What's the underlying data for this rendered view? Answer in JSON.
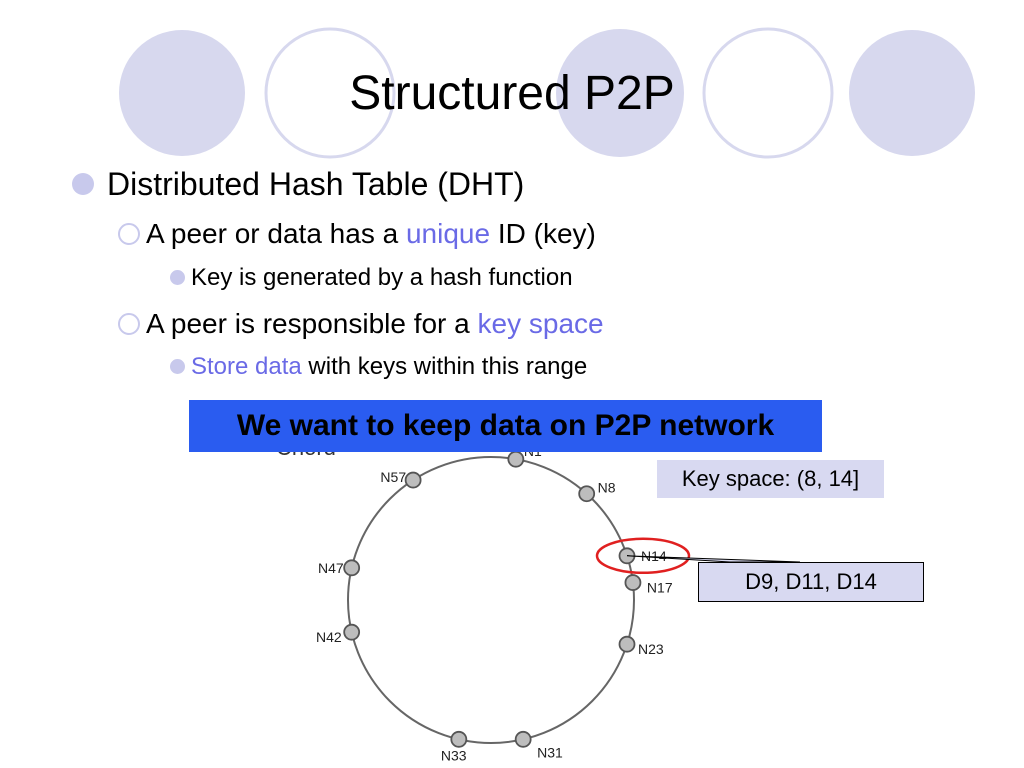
{
  "slide": {
    "title": "Structured P2P",
    "theme_colors": {
      "circle_fill": "#d7d8ee",
      "circle_outline": "#d7d8ee",
      "bullet": "#c8c9ec",
      "highlight": "#6a6ae6"
    },
    "bullets": [
      {
        "level": 1,
        "parts": [
          {
            "text": "Distributed Hash Table (DHT)",
            "highlight": false
          }
        ]
      },
      {
        "level": 2,
        "parts": [
          {
            "text": "A peer or data has a ",
            "highlight": false
          },
          {
            "text": "unique",
            "highlight": true
          },
          {
            "text": " ID (key)",
            "highlight": false
          }
        ]
      },
      {
        "level": 3,
        "parts": [
          {
            "text": "Key is generated by a hash function",
            "highlight": false
          }
        ]
      },
      {
        "level": 2,
        "parts": [
          {
            "text": "A peer is responsible for a ",
            "highlight": false
          },
          {
            "text": "key space",
            "highlight": true
          }
        ]
      },
      {
        "level": 3,
        "parts": [
          {
            "text": "Store data",
            "highlight": true
          },
          {
            "text": " with keys within this range",
            "highlight": false
          }
        ]
      }
    ]
  },
  "callout": {
    "text": "We want to keep data on P2P network",
    "color": "#2a5cf0"
  },
  "diagram": {
    "label": "Chord",
    "ring_color": "#666666",
    "node_fill": "#bdbdbd",
    "highlight_color": "#e02020",
    "nodes": [
      {
        "id": "N1",
        "label": "N1"
      },
      {
        "id": "N8",
        "label": "N8"
      },
      {
        "id": "N14",
        "label": "N14",
        "highlighted": true
      },
      {
        "id": "N17",
        "label": "N17"
      },
      {
        "id": "N23",
        "label": "N23"
      },
      {
        "id": "N31",
        "label": "N31"
      },
      {
        "id": "N33",
        "label": "N33"
      },
      {
        "id": "N42",
        "label": "N42"
      },
      {
        "id": "N47",
        "label": "N47"
      },
      {
        "id": "N57",
        "label": "N57"
      }
    ],
    "keyspace_label": "Key space: (8, 14]",
    "data_label": "D9, D11, D14",
    "box_color": "#d8d9f1"
  }
}
